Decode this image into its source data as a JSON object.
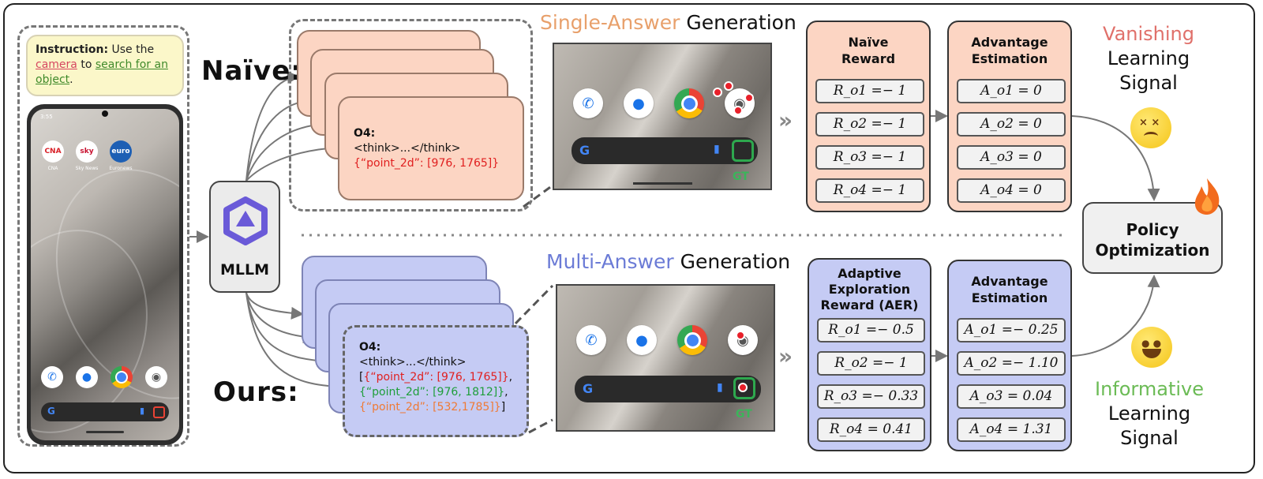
{
  "instruction": {
    "label": "Instruction:",
    "text_prefix": "Use the",
    "word_camera": "camera",
    "text_to": "to",
    "word_search": "search for an object",
    "period": "."
  },
  "phone": {
    "status_time": "3:55",
    "apps": [
      {
        "name": "CNA",
        "badge": "CNA"
      },
      {
        "name": "Sky News",
        "badge": "sky"
      },
      {
        "name": "Euronews",
        "badge": "euro"
      }
    ]
  },
  "model": {
    "label": "MLLM"
  },
  "naive": {
    "title": "Naïve:",
    "generation_title_colored": "Single-Answer",
    "generation_title_rest": "Generation",
    "card_label": "O4:",
    "think": "<think>...</think>",
    "answer": "{“point_2d”: [976, 1765]}",
    "gt_label": "GT",
    "reward_title_1": "Naïve",
    "reward_title_2": "Reward",
    "rewards": [
      "R_o1 =− 1",
      "R_o2 =− 1",
      "R_o3 =− 1",
      "R_o4 =− 1"
    ],
    "advantage_title_1": "Advantage",
    "advantage_title_2": "Estimation",
    "advantages": [
      "A_o1 = 0",
      "A_o2 = 0",
      "A_o3 = 0",
      "A_o4 = 0"
    ],
    "signal_1": "Vanishing",
    "signal_2": "Learning",
    "signal_3": "Signal"
  },
  "ours": {
    "title": "Ours:",
    "generation_title_colored": "Multi-Answer",
    "generation_title_rest": "Generation",
    "card_label": "O4:",
    "think": "<think>...</think>",
    "answer_open": "[",
    "answer_1": "{“point_2d”: [976, 1765]}",
    "answer_sep_1": ",",
    "answer_2": "{“point_2d”: [976, 1812]}",
    "answer_sep_2": ",",
    "answer_3": "{“point_2d”: [532,1785]}",
    "answer_close": "]",
    "gt_label": "GT",
    "reward_title_1": "Adaptive",
    "reward_title_2": "Exploration",
    "reward_title_3": "Reward (AER)",
    "rewards": [
      "R_o1 =− 0.5",
      "R_o2 =− 1",
      "R_o3 =− 0.33",
      "R_o4 = 0.41"
    ],
    "advantage_title_1": "Advantage",
    "advantage_title_2": "Estimation",
    "advantages": [
      "A_o1 =− 0.25",
      "A_o2 =− 1.10",
      "A_o3 = 0.04",
      "A_o4 = 1.31"
    ],
    "signal_1": "Informative",
    "signal_2": "Learning",
    "signal_3": "Signal"
  },
  "policy": {
    "line_1": "Policy",
    "line_2": "Optimization"
  },
  "colors": {
    "peach": "#fcd5c3",
    "blue": "#c5cbf4",
    "gt_green": "#2ea84e",
    "answer_red": "#e02020"
  }
}
